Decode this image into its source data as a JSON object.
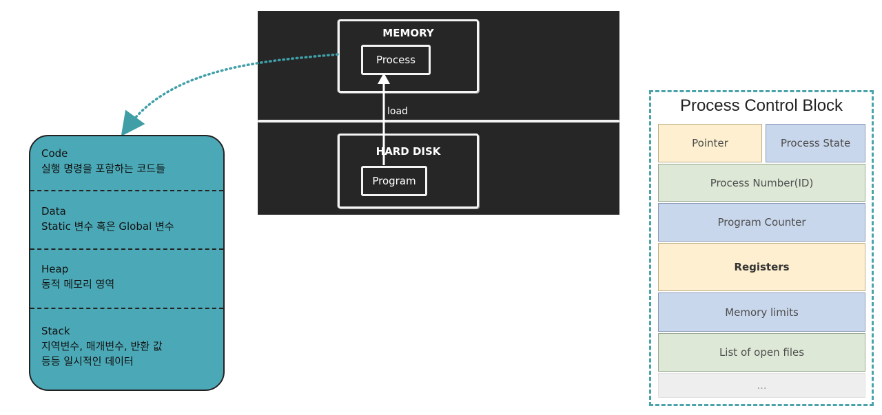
{
  "memory_diagram": {
    "memory_title": "MEMORY",
    "process_label": "Process",
    "load_label": "load",
    "disk_title": "HARD DISK",
    "program_label": "Program"
  },
  "process_layout": {
    "segments": [
      {
        "name": "Code",
        "desc": "실행 명령을 포함하는 코드들"
      },
      {
        "name": "Data",
        "desc": "Static 변수 혹은 Global 변수"
      },
      {
        "name": "Heap",
        "desc": "동적 메모리 영역"
      },
      {
        "name": "Stack",
        "desc": "지역변수, 매개변수, 반환 값",
        "desc2": "등등 일시적인 데이터"
      }
    ]
  },
  "pcb": {
    "title": "Process Control Block",
    "pointer": "Pointer",
    "process_state": "Process State",
    "process_number": "Process Number(ID)",
    "program_counter": "Program Counter",
    "registers": "Registers",
    "memory_limits": "Memory limits",
    "open_files": "List of open files",
    "ellipsis": "..."
  },
  "colors": {
    "teal": "#4ba9b7",
    "dark_panel": "#262626",
    "yellow": "#fdefcf",
    "blue": "#c9d7ec",
    "green": "#dde8d6"
  }
}
